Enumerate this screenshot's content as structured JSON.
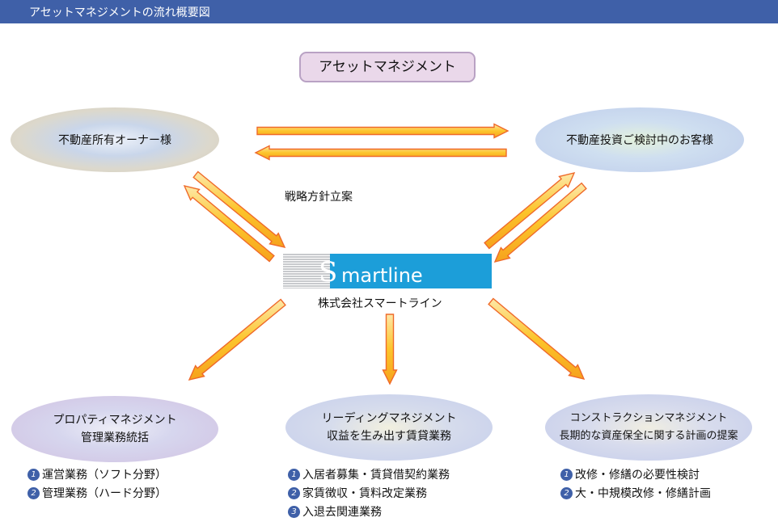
{
  "header": {
    "title": "アセットマネジメントの流れ概要図"
  },
  "title_box": {
    "label": "アセットマネジメント"
  },
  "owner": {
    "label": "不動産所有オーナー様"
  },
  "investor": {
    "label": "不動産投資ご検討中のお客様"
  },
  "strategy": {
    "label": "戦略方針立案"
  },
  "logo": {
    "initial": "S",
    "text": "martline"
  },
  "company": {
    "name": "株式会社スマートライン"
  },
  "property_management": {
    "line1": "プロパティマネジメント",
    "line2": "管理業務統括",
    "items": [
      {
        "num": "1",
        "text": "運営業務（ソフト分野）"
      },
      {
        "num": "2",
        "text": "管理業務（ハード分野）"
      }
    ]
  },
  "leasing_management": {
    "line1": "リーディングマネジメント",
    "line2": "収益を生み出す賃貸業務",
    "items": [
      {
        "num": "1",
        "text": "入居者募集・賃貸借契約業務"
      },
      {
        "num": "2",
        "text": "家賃徴収・賃料改定業務"
      },
      {
        "num": "3",
        "text": "入退去関連業務"
      }
    ]
  },
  "construction_management": {
    "line1": "コンストラクションマネジメント",
    "line2": "長期的な資産保全に関する計画の提案",
    "items": [
      {
        "num": "1",
        "text": "改修・修繕の必要性検討"
      },
      {
        "num": "2",
        "text": "大・中規模改修・修繕計画"
      }
    ]
  },
  "colors": {
    "header_bg": "#3f60a8",
    "arrow_fill": "#fcc52c",
    "arrow_stroke": "#ef6a2a",
    "logo_bg": "#1c9ed9",
    "title_box_bg": "#ead8ea"
  }
}
